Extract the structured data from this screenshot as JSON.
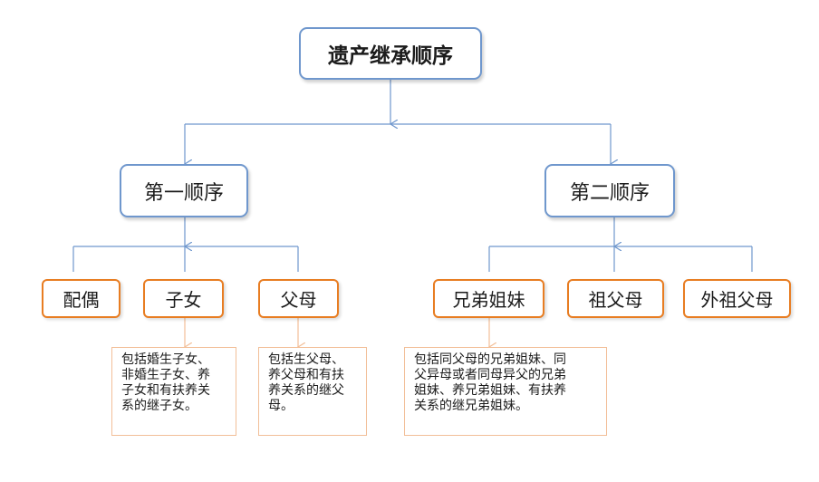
{
  "diagram": {
    "root": "遗产继承顺序",
    "first_order": {
      "label": "第一顺序",
      "children": [
        "配偶",
        "子女",
        "父母"
      ]
    },
    "second_order": {
      "label": "第二顺序",
      "children": [
        "兄弟姐妹",
        "祖父母",
        "外祖父母"
      ]
    },
    "notes": {
      "children": "包括婚生子女、\n非婚生子女、养\n子女和有扶养关\n系的继子女。",
      "parents": "包括生父母、\n养父母和有扶\n养关系的继父\n母。",
      "siblings": "包括同父母的兄弟姐妹、同\n父异母或者同母异父的兄弟\n姐妹、养兄弟姐妹、有扶养\n关系的继兄弟姐妹。"
    },
    "colors": {
      "blue_border": "#6f97cd",
      "orange_border": "#e87d22",
      "note_border": "#f2bf98",
      "connector_blue": "#6f97cd",
      "connector_orange": "#f2bf98"
    }
  }
}
